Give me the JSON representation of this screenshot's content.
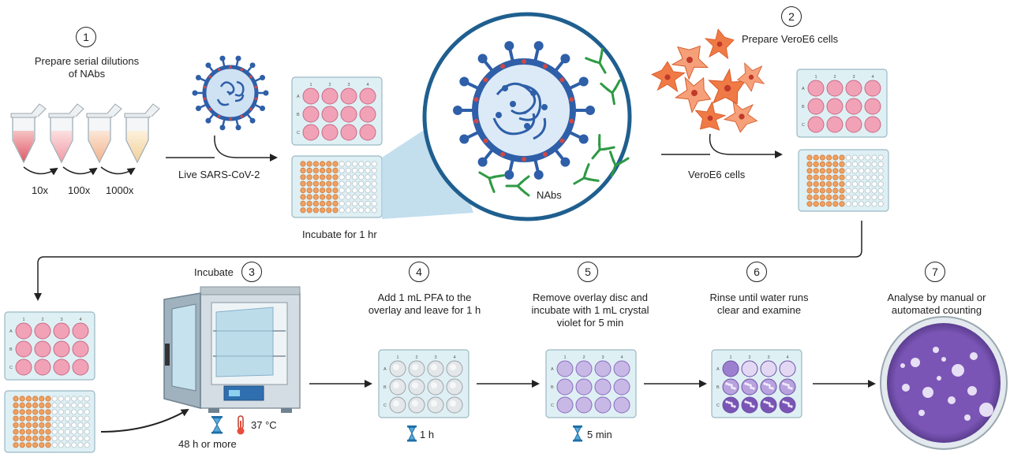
{
  "steps": {
    "s1": {
      "number": "1",
      "label_line1": "Prepare serial dilutions",
      "label_line2": "of NAbs"
    },
    "s2": {
      "number": "2",
      "label": "Prepare VeroE6 cells"
    },
    "s3": {
      "number": "3",
      "label": "Incubate"
    },
    "s4": {
      "number": "4",
      "label_line1": "Add 1 mL PFA to the",
      "label_line2": "overlay and leave for 1 h"
    },
    "s5": {
      "number": "5",
      "label_line1": "Remove overlay disc and",
      "label_line2": "incubate with 1 mL crystal",
      "label_line3": "violet for 5 min"
    },
    "s6": {
      "number": "6",
      "label_line1": "Rinse until water runs",
      "label_line2": "clear and examine"
    },
    "s7": {
      "number": "7",
      "label_line1": "Analyse by manual or",
      "label_line2": "automated counting"
    }
  },
  "dilutions": [
    "10x",
    "100x",
    "1000x"
  ],
  "labels": {
    "virus": "Live SARS-CoV-2",
    "incubate_1hr": "Incubate for 1 hr",
    "nabs": "NAbs",
    "vero_cells": "VeroE6 cells",
    "incubate_time": "48 h or more",
    "temperature": "37 °C",
    "pfa_time": "1 h",
    "cv_time": "5 min"
  },
  "plate12": {
    "rows": [
      "A",
      "B",
      "C"
    ],
    "cols": [
      "1",
      "2",
      "3",
      "4"
    ]
  },
  "colors": {
    "pink_well": "#f2a2b6",
    "orange_well": "#f0a060",
    "plate_bg": "#dff0f4",
    "virus_blue": "#2e5fa8",
    "spike_red": "#d04848",
    "antibody_green": "#2e9a44",
    "crystal_violet": "#8a6bbf",
    "cell_orange": "#f07a45"
  }
}
